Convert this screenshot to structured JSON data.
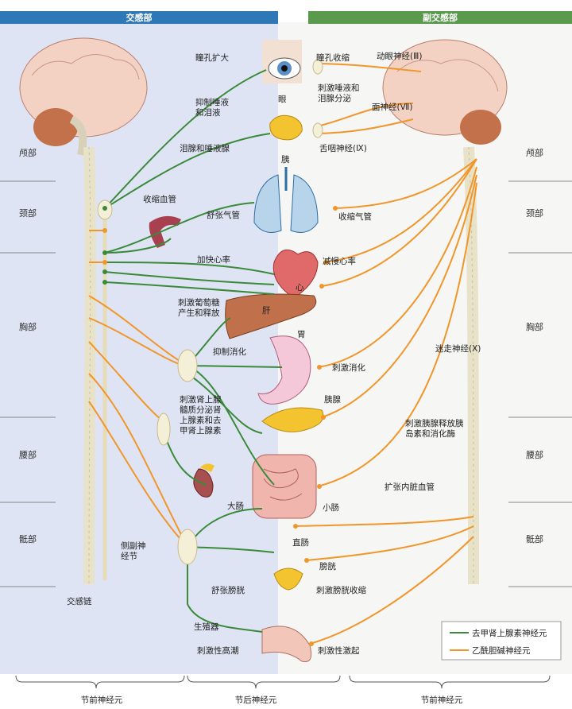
{
  "header": {
    "left": "交感部",
    "right": "副交感部"
  },
  "regions_left": [
    "颅部",
    "颈部",
    "胸部",
    "腰部",
    "骶部"
  ],
  "regions_right": [
    "颅部",
    "颈部",
    "胸部",
    "腰部",
    "骶部"
  ],
  "sympathetic_effects": {
    "pupil": "瞳孔扩大",
    "saliva": "抑制唾液\n和泪液",
    "vessel": "收缩血管",
    "bronchi": "舒张气管",
    "heart": "加快心率",
    "glucose": "刺激葡萄糖\n产生和释放",
    "digestion": "抑制消化",
    "adrenal": "刺激肾上腺\n髓质分泌肾\n上腺素和去\n甲肾上腺素",
    "bladder": "舒张膀胱",
    "genital": "生殖器",
    "orgasm": "刺激性高潮"
  },
  "parasympathetic_effects": {
    "pupil": "瞳孔收缩",
    "saliva": "刺激唾液和\n泪腺分泌",
    "bronchi": "收缩气管",
    "heart": "减慢心率",
    "digestion": "刺激消化",
    "pancreas": "刺激胰腺释放胰\n岛素和消化酶",
    "vessels": "扩张内脏血管",
    "bladder": "刺激膀胱收缩",
    "erection": "刺激性激起"
  },
  "nerves": {
    "cn3": "动眼神经(Ⅲ)",
    "cn7": "面神经(Ⅶ)",
    "cn9": "舌咽神经(Ⅸ)",
    "vagus": "迷走神经(Ⅹ)"
  },
  "organs": {
    "eye": "眼",
    "pancreas_small": "胰",
    "lacrimal": "泪腺和唾液腺",
    "liver": "肝",
    "heart": "心",
    "stomach": "胃",
    "pancreas": "胰腺",
    "small_intestine": "小肠",
    "large_intestine": "大肠",
    "rectum": "直肠",
    "bladder": "膀胱"
  },
  "chain": {
    "sympathetic_chain": "交感链",
    "collateral_ganglion": "侧副神\n经节"
  },
  "legend": {
    "norepinephrine": "去甲肾上腺素神经元",
    "acetylcholine": "乙酰胆碱神经元",
    "colors": {
      "norepinephrine": "#3a8a3a",
      "acetylcholine": "#f0962a"
    }
  },
  "footer": [
    "节前神经元",
    "节后神经元",
    "节前神经元"
  ]
}
